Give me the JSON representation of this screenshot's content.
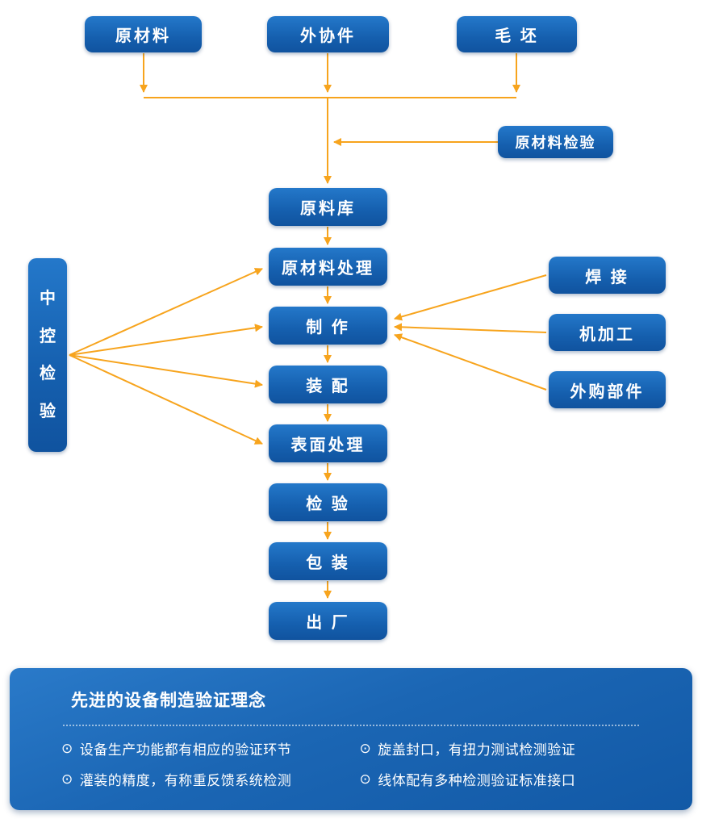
{
  "colors": {
    "node_blue_top": "#2478ca",
    "node_blue_bottom": "#10539f",
    "arrow_orange": "#F7A41D",
    "panel_blue": "#1b66b4",
    "text_white": "#ffffff"
  },
  "flow": {
    "top_sources": [
      "原材料",
      "外协件",
      "毛 坯"
    ],
    "raw_material_inspection": "原材料检验",
    "chain": [
      "原料库",
      "原材料处理",
      "制 作",
      "装 配",
      "表面处理",
      "检 验",
      "包 装",
      "出 厂"
    ],
    "central_control": [
      "中",
      "控",
      "检",
      "验"
    ],
    "process_inputs": [
      "焊 接",
      "机加工",
      "外购部件"
    ]
  },
  "panel": {
    "title": "先进的设备制造验证理念",
    "bullet_icon": "⊙",
    "bullets": [
      "设备生产功能都有相应的验证环节",
      "灌装的精度，有称重反馈系统检测",
      "旋盖封口，有扭力测试检测验证",
      "线体配有多种检测验证标准接口"
    ]
  }
}
